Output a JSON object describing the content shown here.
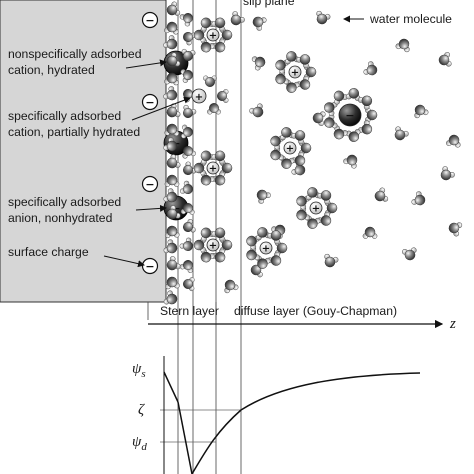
{
  "labels": {
    "slip_plane": "slip plane",
    "water_molecule": "water molecule",
    "nonspecific_line1": "nonspecifically adsorbed",
    "nonspecific_line2": "cation, hydrated",
    "specific_cation_line1": "specifically adsorbed",
    "specific_cation_line2": "cation, partially hydrated",
    "specific_anion_line1": "specifically adsorbed",
    "specific_anion_line2": "anion, nonhydrated",
    "surface_charge": "surface charge",
    "stern_layer": "Stern layer",
    "diffuse_layer": "diffuse layer (Gouy-Chapman)",
    "z_axis": "z"
  },
  "symbols": {
    "minus": "−",
    "plus": "+"
  },
  "potential_axis": {
    "psi_s_main": "ψ",
    "psi_s_sub": "s",
    "zeta": "ζ",
    "psi_d_main": "ψ",
    "psi_d_sub": "d"
  },
  "colors": {
    "surface_fill": "#d9d9d9",
    "line": "#222222",
    "molecule_dark": "#4a4a4a",
    "molecule_light": "#c8c8c8"
  }
}
